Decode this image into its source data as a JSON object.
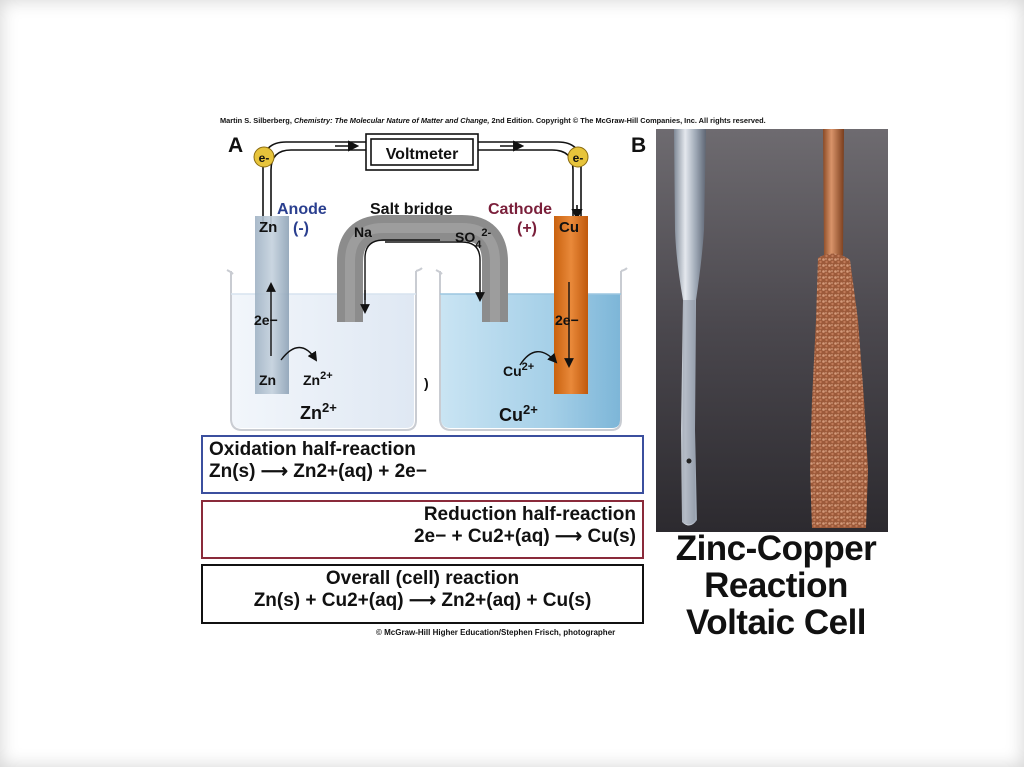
{
  "credit_top": {
    "author": "Martin S. Silberberg,",
    "book": "Chemistry: The Molecular Nature of Matter and Change,",
    "edition": " 2nd Edition.  Copyright © The McGraw-Hill Companies, Inc. All rights reserved."
  },
  "panel_a": {
    "letter": "A",
    "voltmeter": "Voltmeter",
    "electron_left": "e-",
    "electron_right": "e-",
    "anode_label": "Anode",
    "anode_sign": "(-)",
    "cathode_label": "Cathode",
    "cathode_sign": "(+)",
    "salt_bridge": "Salt bridge",
    "na": "Na",
    "so4": "SO",
    "so4_sub": "4",
    "so4_sup": "2-",
    "zn_electrode": "Zn",
    "cu_electrode": "Cu",
    "left_2e": "2e−",
    "left_zn": "Zn",
    "left_zn2": "Zn",
    "left_zn2_sup": "2+",
    "left_solution": "Zn",
    "left_solution_sup": "2+",
    "right_2e": "2e−",
    "right_cu2": "Cu",
    "right_cu2_sup": "2+",
    "right_solution": "Cu",
    "right_solution_sup": "2+",
    "paren": ")"
  },
  "reactions": {
    "oxidation_title": "Oxidation half-reaction",
    "oxidation_eq": "Zn(s) ⟶ Zn2+(aq)  +  2e−",
    "reduction_title": "Reduction half-reaction",
    "reduction_eq": "2e− + Cu2+(aq) ⟶ Cu(s)",
    "overall_title": "Overall (cell) reaction",
    "overall_eq": "Zn(s) + Cu2+(aq) ⟶ Zn2+(aq) + Cu(s)"
  },
  "credit_bottom": "© McGraw-Hill Higher Education/Stephen Frisch, photographer",
  "panel_b": {
    "letter": "B",
    "caption_line1": "Zinc-Copper",
    "caption_line2": "Reaction",
    "caption_line3": "Voltaic Cell"
  },
  "colors": {
    "anode_blue": "#2a3f8f",
    "cathode_maroon": "#7a1f3a",
    "copper_orange": "#d9761f",
    "cu_solution": "#a9d3ea",
    "salt_bridge_gray": "#8c8c8c"
  }
}
